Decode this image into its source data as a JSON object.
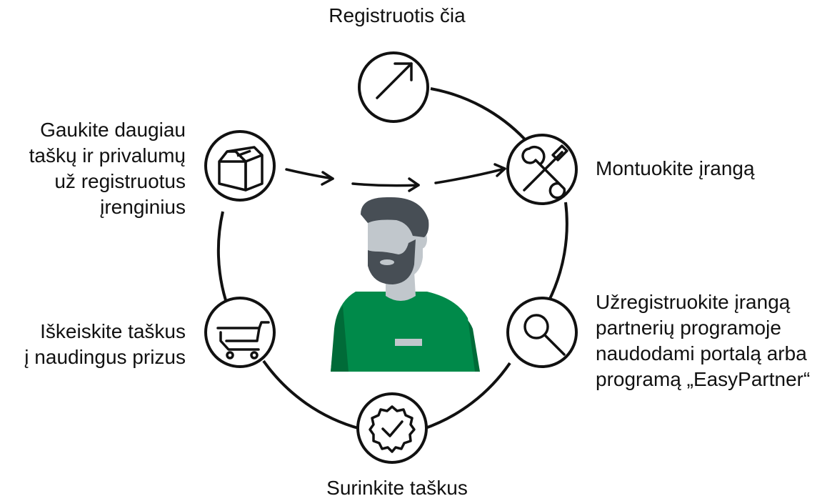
{
  "diagram": {
    "steps": {
      "register_here": {
        "label": "Registruotis čia",
        "icon": "arrow-up-right-icon"
      },
      "install_equipment": {
        "label": "Montuokite įrangą",
        "icon": "wrench-screwdriver-icon"
      },
      "register_in_program": {
        "lines": [
          "Užregistruokite įrangą",
          "partnerių programoje",
          "naudodami portalą arba",
          "programą „EasyPartner“"
        ],
        "icon": "magnifier-icon"
      },
      "collect_points": {
        "label": "Surinkite taškus",
        "icon": "badge-check-icon"
      },
      "exchange_points": {
        "lines": [
          "Iškeiskite taškus",
          "į naudingus prizus"
        ],
        "icon": "shopping-cart-icon"
      },
      "get_more_points": {
        "lines": [
          "Gaukite daugiau",
          "taškų ir privalumų",
          "už registruotus",
          "įrenginius"
        ],
        "icon": "box-icon"
      }
    },
    "colors": {
      "line": "#111111",
      "shirt": "#008a4a",
      "shirt_shadow": "#006b38",
      "hair": "#474e55",
      "skin": "#c1c7cc",
      "badge": "#c1c7cc"
    },
    "center_figure": {
      "icon": "technician-avatar-icon"
    }
  }
}
